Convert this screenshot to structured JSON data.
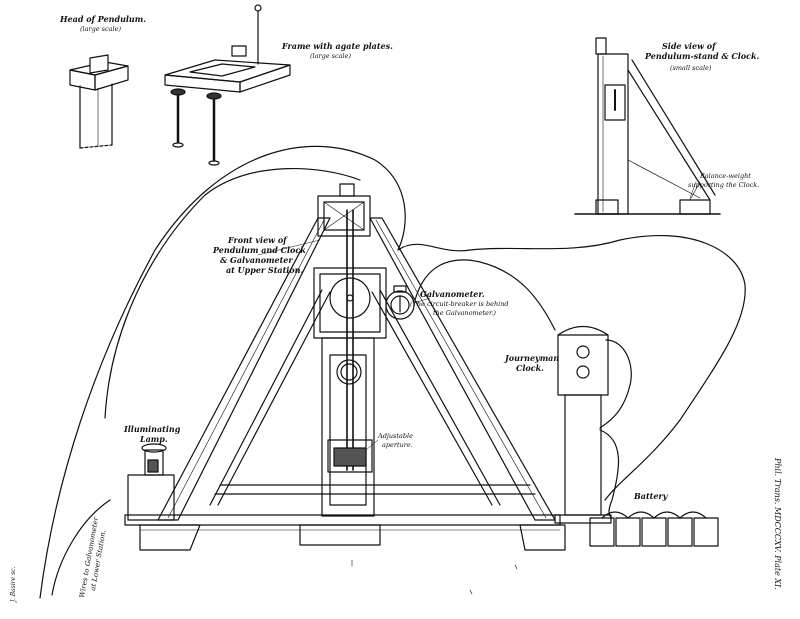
{
  "labels": {
    "head_title": "Head of Pendulum.",
    "head_sub": "(large scale)",
    "frame_title": "Frame with agate plates.",
    "frame_sub": "(large scale)",
    "side_title": "Side view of",
    "side_title2": "Pendulum-stand & Clock.",
    "side_sub": "(small scale)",
    "balance_1": "Balance-weight",
    "balance_2": "supporting the Clock.",
    "front_1": "Front view of",
    "front_2": "Pendulum and Clock",
    "front_3": "& Galvanometer",
    "front_4": "at Upper Station.",
    "galv_title": "Galvanometer.",
    "galv_sub1": "(The circuit-breaker is behind",
    "galv_sub2": "the Galvanometer.)",
    "journey_1": "Journeyman",
    "journey_2": "Clock.",
    "lamp_1": "Illuminating",
    "lamp_2": "Lamp.",
    "aperture_1": "Adjustable",
    "aperture_2": "aperture.",
    "battery": "Battery",
    "wires_1": "Wires to Galvanometer",
    "wires_2": "at Lower Station.",
    "plate_ref": "Phil. Trans. MDCCCXV. Plate XI.",
    "engraver": "J. Basire sc."
  }
}
